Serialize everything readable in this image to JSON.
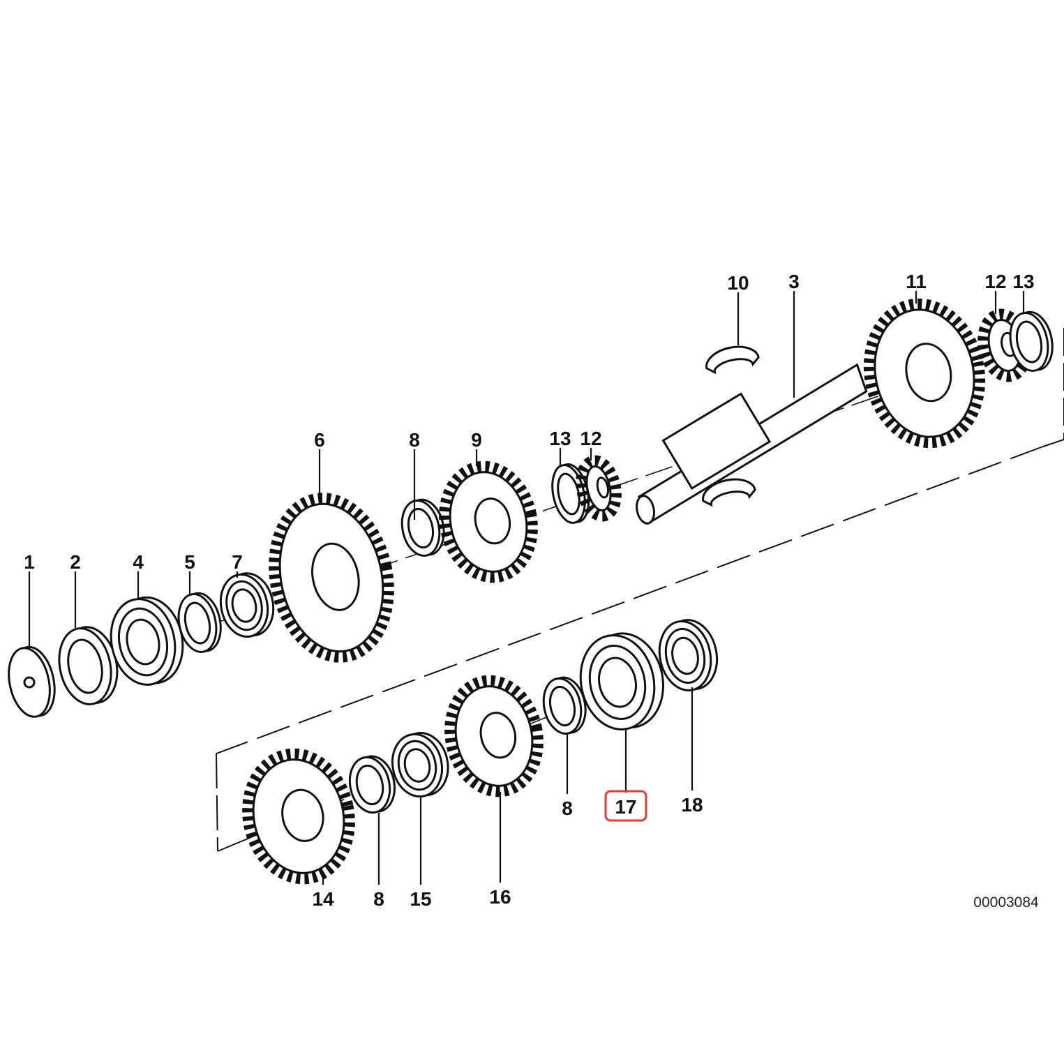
{
  "diagram": {
    "catalog_number": "00003084",
    "highlight_color": "#e53935",
    "highlighted_part": "17",
    "callouts": [
      {
        "id": "c1",
        "label": "1"
      },
      {
        "id": "c2",
        "label": "2"
      },
      {
        "id": "c4",
        "label": "4"
      },
      {
        "id": "c5",
        "label": "5"
      },
      {
        "id": "c7",
        "label": "7"
      },
      {
        "id": "c6",
        "label": "6"
      },
      {
        "id": "c8a",
        "label": "8"
      },
      {
        "id": "c9",
        "label": "9"
      },
      {
        "id": "c13a",
        "label": "13"
      },
      {
        "id": "c12a",
        "label": "12"
      },
      {
        "id": "c10",
        "label": "10"
      },
      {
        "id": "c3",
        "label": "3"
      },
      {
        "id": "c11",
        "label": "11"
      },
      {
        "id": "c12b",
        "label": "12"
      },
      {
        "id": "c13b",
        "label": "13"
      },
      {
        "id": "c14",
        "label": "14"
      },
      {
        "id": "c8b",
        "label": "8"
      },
      {
        "id": "c15",
        "label": "15"
      },
      {
        "id": "c16",
        "label": "16"
      },
      {
        "id": "c8c",
        "label": "8"
      },
      {
        "id": "c17",
        "label": "17"
      },
      {
        "id": "c18",
        "label": "18"
      }
    ]
  }
}
